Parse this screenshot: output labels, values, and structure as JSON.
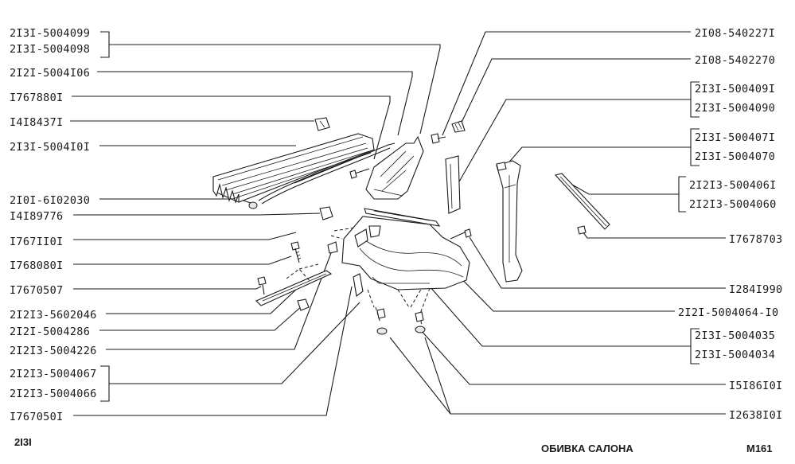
{
  "title": "ОБИВКА САЛОНА",
  "model": "2I3I",
  "page_code": "M161",
  "labels_left": [
    "2I3I-5004099",
    "2I3I-5004098",
    "2I2I-5004I06",
    "I767880I",
    "I4I8437I",
    "2I3I-5004I0I",
    "2I0I-6I02030",
    "I4I89776",
    "I767II0I",
    "I768080I",
    "I7670507",
    "2I2I3-5602046",
    "2I2I-5004286",
    "2I2I3-5004226",
    "2I2I3-5004067",
    "2I2I3-5004066",
    "I767050I"
  ],
  "labels_right": [
    "2I08-540227I",
    "2I08-5402270",
    "2I3I-500409I",
    "2I3I-5004090",
    "2I3I-500407I",
    "2I3I-5004070",
    "2I2I3-500406I",
    "2I2I3-5004060",
    "I7678703",
    "I284I990",
    "2I2I-5004064-I0",
    "2I3I-5004035",
    "2I3I-5004034",
    "I5I86I0I",
    "I2638I0I"
  ]
}
